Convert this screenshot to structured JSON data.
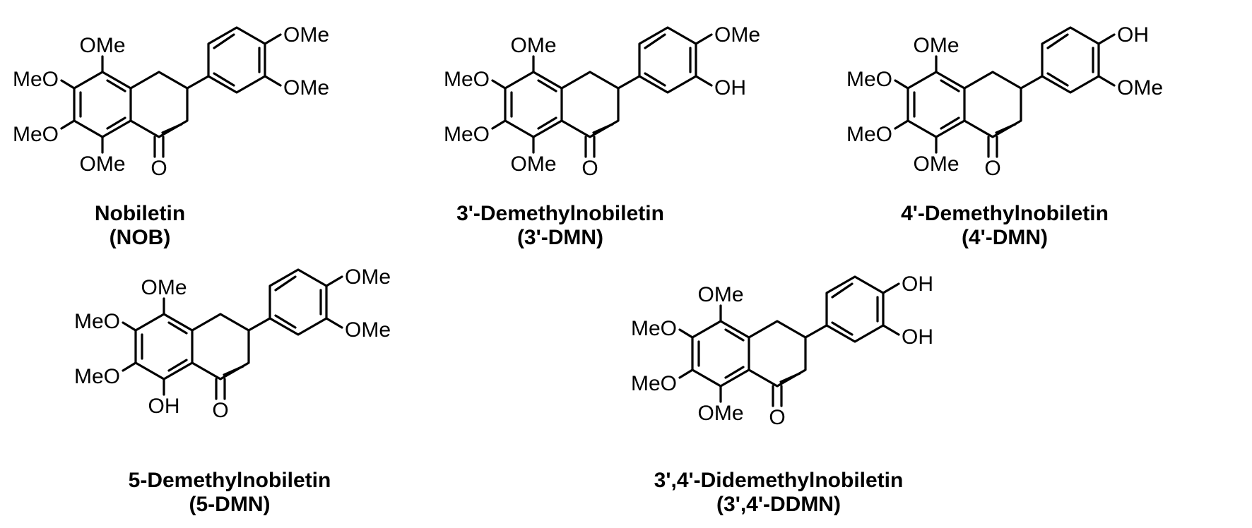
{
  "compounds": [
    {
      "name": "Nobiletin",
      "abbr": "(NOB)",
      "substituents": {
        "r5": "OMe",
        "r6": "MeO",
        "r7": "MeO",
        "r8": "OMe",
        "r3p": "OMe",
        "r4p": "OMe"
      },
      "carbonyl": "O"
    },
    {
      "name": "3'-Demethylnobiletin",
      "abbr": "(3'-DMN)",
      "substituents": {
        "r5": "OMe",
        "r6": "MeO",
        "r7": "MeO",
        "r8": "OMe",
        "r3p": "OH",
        "r4p": "OMe"
      },
      "carbonyl": "O"
    },
    {
      "name": "4'-Demethylnobiletin",
      "abbr": "(4'-DMN)",
      "substituents": {
        "r5": "OMe",
        "r6": "MeO",
        "r7": "MeO",
        "r8": "OMe",
        "r3p": "OMe",
        "r4p": "OH"
      },
      "carbonyl": "O"
    },
    {
      "name": "5-Demethylnobiletin",
      "abbr": "(5-DMN)",
      "substituents": {
        "r5": "OH",
        "r6": "MeO",
        "r7": "MeO",
        "r8": "OMe",
        "r3p": "OMe",
        "r4p": "OMe"
      },
      "carbonyl": "O"
    },
    {
      "name": "3',4'-Didemethylnobiletin",
      "abbr": "(3',4'-DDMN)",
      "substituents": {
        "r5": "OMe",
        "r6": "MeO",
        "r7": "MeO",
        "r8": "OMe",
        "r3p": "OH",
        "r4p": "OH"
      },
      "carbonyl": "O"
    }
  ]
}
